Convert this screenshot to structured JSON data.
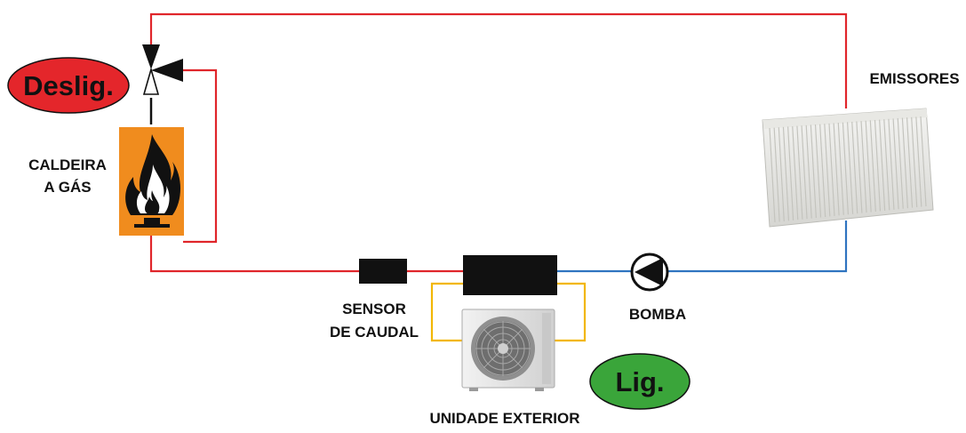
{
  "labels": {
    "emitters": "EMISSORES",
    "boiler_line1": "CALDEIRA",
    "boiler_line2": "A GÁS",
    "flow_sensor_line1": "SENSOR",
    "flow_sensor_line2": "DE CAUDAL",
    "pump": "BOMBA",
    "outdoor_unit": "UNIDADE EXTERIOR"
  },
  "status": {
    "boiler": "Deslig.",
    "heat_pump": "Lig."
  },
  "colors": {
    "hot_pipe": "#e0262b",
    "cold_pipe": "#2f74c0",
    "refrigerant_pipe": "#f2b705",
    "boiler_body": "#f08c1e",
    "status_off": "#e4262b",
    "status_on": "#3aa53a"
  },
  "icons": {
    "boiler": "flame-icon",
    "valve": "three-way-valve-icon",
    "pump": "pump-icon",
    "emitter": "radiator-icon",
    "outdoor_unit": "fan-unit-icon"
  }
}
